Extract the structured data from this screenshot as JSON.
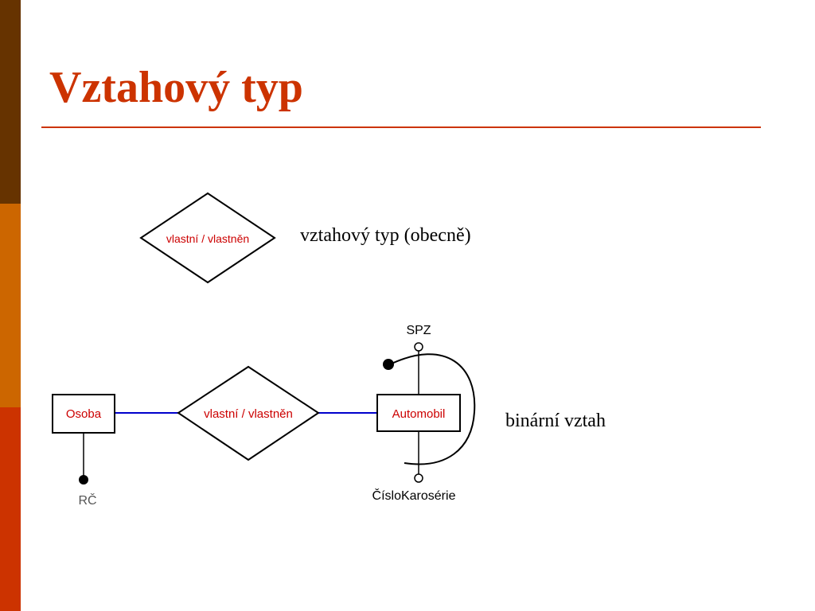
{
  "slide": {
    "title": "Vztahový typ",
    "accent_color": "#cc3300",
    "sidebar_colors": [
      "#663300",
      "#cc6600",
      "#cc3300"
    ]
  },
  "general": {
    "relationship_label": "vlastní / vlastněn",
    "caption": "vztahový typ (obecně)"
  },
  "binary": {
    "entity_left": "Osoba",
    "relationship_label": "vlastní / vlastněn",
    "entity_right": "Automobil",
    "attr_left_key": "RČ",
    "attr_right_top": "SPZ",
    "attr_right_bottom": "ČísloKarosérie",
    "caption": "binární vztah",
    "entity_text_color": "#cc0000",
    "link_color": "#0000cc"
  }
}
